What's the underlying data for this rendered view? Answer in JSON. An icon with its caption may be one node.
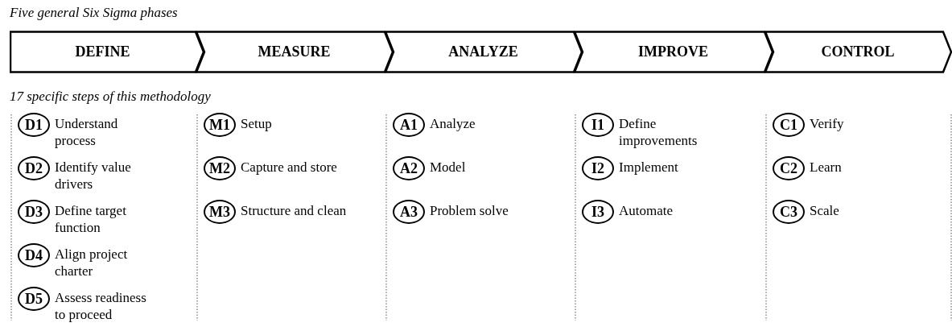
{
  "diagram": {
    "title": "Five general Six Sigma phases",
    "nodes": [
      {
        "text": [
          "DEFINE"
        ]
      },
      {
        "text": [
          "MEASURE"
        ]
      },
      {
        "text": [
          "ANALYZE"
        ]
      },
      {
        "text": [
          "IMPROVE"
        ]
      },
      {
        "text": [
          "CONTROL"
        ]
      },
      {
        "text": [
          "D1"
        ],
        "beside": [
          "Understand process"
        ]
      },
      {
        "text": [
          "D2"
        ],
        "beside": [
          "Identify value drivers"
        ]
      },
      {
        "text": [
          "D3"
        ],
        "beside": [
          "Define target function"
        ]
      },
      {
        "text": [
          "D4"
        ],
        "beside": [
          "Align project charter"
        ]
      },
      {
        "text": [
          "D5"
        ],
        "beside": [
          "Assess readiness to proceed"
        ]
      },
      {
        "text": [
          "M1"
        ],
        "beside": [
          "Setup"
        ]
      },
      {
        "text": [
          "M2"
        ],
        "beside": [
          "Capture and store"
        ]
      },
      {
        "text": [
          "M3"
        ],
        "beside": [
          "Structure and clean"
        ]
      },
      {
        "text": [
          "A1"
        ],
        "beside": [
          "Analyze"
        ]
      },
      {
        "text": [
          "A2"
        ],
        "beside": [
          "Model"
        ]
      },
      {
        "text": [
          "A3"
        ],
        "beside": [
          "Problem solve"
        ]
      },
      {
        "text": [
          "I1"
        ],
        "beside": [
          "Define improvements"
        ]
      },
      {
        "text": [
          "I2"
        ],
        "beside": [
          "Implement"
        ]
      },
      {
        "text": [
          "I3"
        ],
        "beside": [
          "Automate"
        ]
      },
      {
        "text": [
          "C1"
        ],
        "beside": [
          "Verify"
        ]
      },
      {
        "text": [
          "C2"
        ],
        "beside": [
          "Learn"
        ]
      },
      {
        "text": [
          "C3"
        ],
        "beside": [
          "Scale"
        ]
      }
    ],
    "edges": [],
    "labels": [
      "17 specific steps of this methodology"
    ]
  }
}
